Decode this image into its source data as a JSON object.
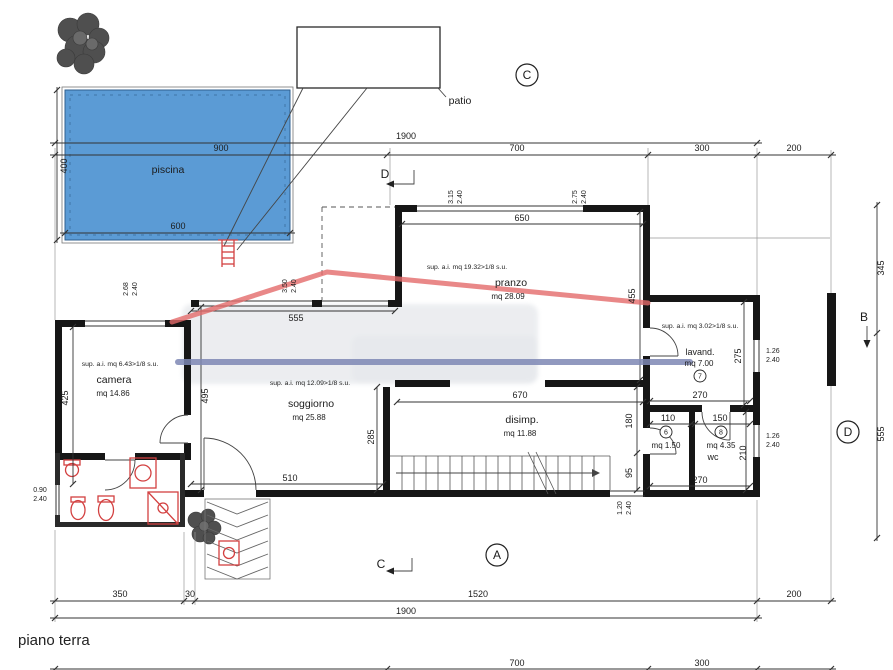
{
  "title": "piano terra",
  "labels": {
    "patio": "patio",
    "piscina": "piscina",
    "wc": "wc"
  },
  "rooms": {
    "camera": {
      "sup": "sup. a.i. mq 6.43>1/8 s.u.",
      "name": "camera",
      "mq": "mq 14.86"
    },
    "soggiorno": {
      "sup": "sup. a.i. mq 12.09>1/8 s.u.",
      "name": "soggiorno",
      "mq": "mq 25.88"
    },
    "pranzo": {
      "sup": "sup. a.i. mq 19.32>1/8 s.u.",
      "name": "pranzo",
      "mq": "mq 28.09"
    },
    "disimp": {
      "name": "disimp.",
      "mq": "mq 11.88"
    },
    "lavand": {
      "sup": "sup. a.i. mq 3.02>1/8 s.u.",
      "name": "lavand.",
      "mq": "mq 7.00",
      "num": "7"
    },
    "wc6": {
      "width": "110",
      "num": "6",
      "mq": "mq 1.50"
    },
    "wc8": {
      "width": "150",
      "num": "8",
      "mq": "mq 4.35"
    }
  },
  "markers": {
    "c": "C",
    "a": "A",
    "d": "D",
    "section_d": "D",
    "section_c": "C",
    "section_b": "B"
  },
  "dims": {
    "total_top": "1900",
    "t900": "900",
    "t700": "700",
    "t300": "300",
    "t200": "200",
    "pool_w": "600",
    "pool_h": "400",
    "b350": "350",
    "b30": "30",
    "b1520": "1520",
    "b200": "200",
    "total_bottom": "1900",
    "e700": "700",
    "e300": "300",
    "r345": "345",
    "r555": "555",
    "pranzo_w": "650",
    "pranzo_h": "455",
    "sogg_top": "555",
    "sogg_h": "495",
    "camera_h": "425",
    "hall_h": "285",
    "sogg_w": "510",
    "disimp_w": "670",
    "disimp_h": "180",
    "stair_h": "95",
    "lav_w": "270",
    "wc_row_w": "270",
    "lav_h": "275",
    "wc_h": "210"
  },
  "openings": {
    "win_camera": {
      "w": "2.68",
      "h": "2.40"
    },
    "win_sogg": {
      "w": "3.50",
      "h": "2.40"
    },
    "win_pranzo_a": {
      "w": "3.15",
      "h": "2.40"
    },
    "win_pranzo_b": {
      "w": "2.75",
      "h": "2.40"
    },
    "door_left": {
      "w": "0.90",
      "h": "2.40"
    },
    "door_right_a": {
      "w": "1.26",
      "h": "2.40"
    },
    "door_right_b": {
      "w": "1.26",
      "h": "2.40"
    },
    "door_back": {
      "w": "1.20",
      "h": "2.40"
    }
  },
  "colors": {
    "pool_fill": "#5b9bd5",
    "roof_highlight": "#e36a6a",
    "section_highlight": "#7e88b5",
    "fixture_red": "#d34040"
  }
}
